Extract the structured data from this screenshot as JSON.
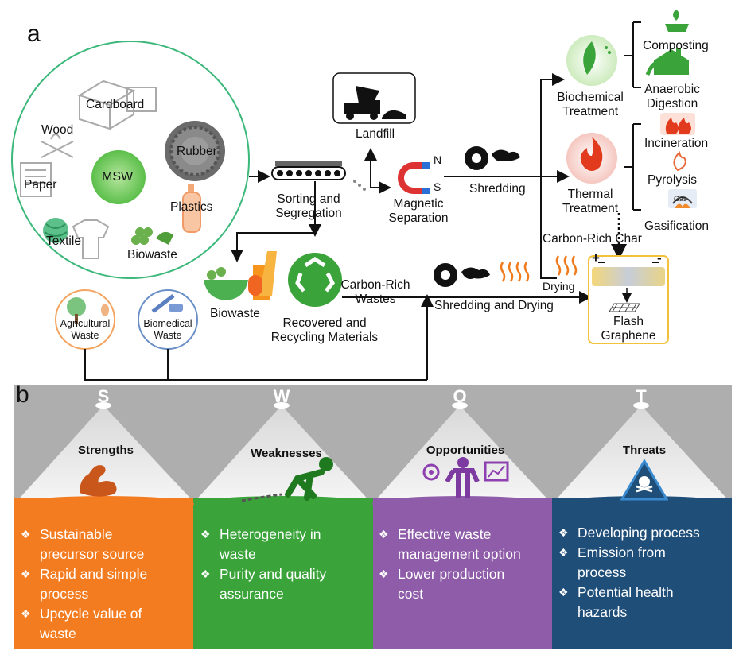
{
  "panel_a": {
    "letter": "a",
    "msw_center": "MSW",
    "msw_items": [
      "Cardboard",
      "Wood",
      "Rubber",
      "Paper",
      "Plastics",
      "Textile",
      "Biowaste"
    ],
    "agricultural": "Agricultural Waste",
    "agricultural_l1": "Agricultural",
    "agricultural_l2": "Waste",
    "biomedical_l1": "Biomedical",
    "biomedical_l2": "Waste",
    "landfill": "Landfill",
    "sorting_l1": "Sorting and",
    "sorting_l2": "Segregation",
    "magnet_n": "N",
    "magnet_s": "S",
    "magnetic_l1": "Magnetic",
    "magnetic_l2": "Separation",
    "shredding": "Shredding",
    "biochemical_l1": "Biochemical",
    "biochemical_l2": "Treatment",
    "composting": "Composting",
    "anaerobic_l1": "Anaerobic",
    "anaerobic_l2": "Digestion",
    "thermal_l1": "Thermal",
    "thermal_l2": "Treatment",
    "incineration": "Incineration",
    "pyrolysis": "Pyrolysis",
    "gas_icon": "Gas",
    "gasification": "Gasification",
    "carbon_char": "Carbon-Rich Char",
    "biowaste2": "Biowaste",
    "recovered_l1": "Recovered and",
    "recovered_l2": "Recycling Materials",
    "carbon_wastes_l1": "Carbon-Rich",
    "carbon_wastes_l2": "Wastes",
    "shred_dry": "Shredding and Drying",
    "drying": "Drying",
    "flash_l1": "Flash",
    "flash_l2": "Graphene",
    "plus": "+",
    "minus": "-"
  },
  "panel_b": {
    "letter": "b",
    "columns": [
      {
        "letter": "S",
        "title": "Strengths",
        "color": "#f47c20",
        "icon": "flexed-arm-icon",
        "bullets": [
          "Sustainable precursor source",
          "Rapid and simple process",
          "Upcycle value of waste"
        ],
        "lines": [
          "Sustainable",
          "precursor source",
          "Rapid and simple",
          "process",
          "Upcycle value of",
          "waste"
        ]
      },
      {
        "letter": "W",
        "title": "Weaknesses",
        "color": "#3aa43a",
        "icon": "chained-person-icon",
        "bullets": [
          "Heterogeneity in waste",
          "Purity and quality assurance"
        ],
        "lines": [
          "Heterogeneity in",
          "waste",
          "Purity and quality",
          "assurance"
        ]
      },
      {
        "letter": "O",
        "title": "Opportunities",
        "color": "#8e5ca8",
        "icon": "person-target-chart-icon",
        "bullets": [
          "Effective waste management option",
          "Lower production cost"
        ],
        "lines": [
          "Effective waste",
          "management option",
          "Lower production",
          "cost"
        ]
      },
      {
        "letter": "T",
        "title": "Threats",
        "color": "#1f4e79",
        "icon": "hazard-sign-icon",
        "bullets": [
          "Developing process",
          "Emission from process",
          "Potential health hazards"
        ],
        "lines": [
          "Developing process",
          "Emission from",
          "process",
          "Potential health",
          "hazards"
        ]
      }
    ]
  }
}
